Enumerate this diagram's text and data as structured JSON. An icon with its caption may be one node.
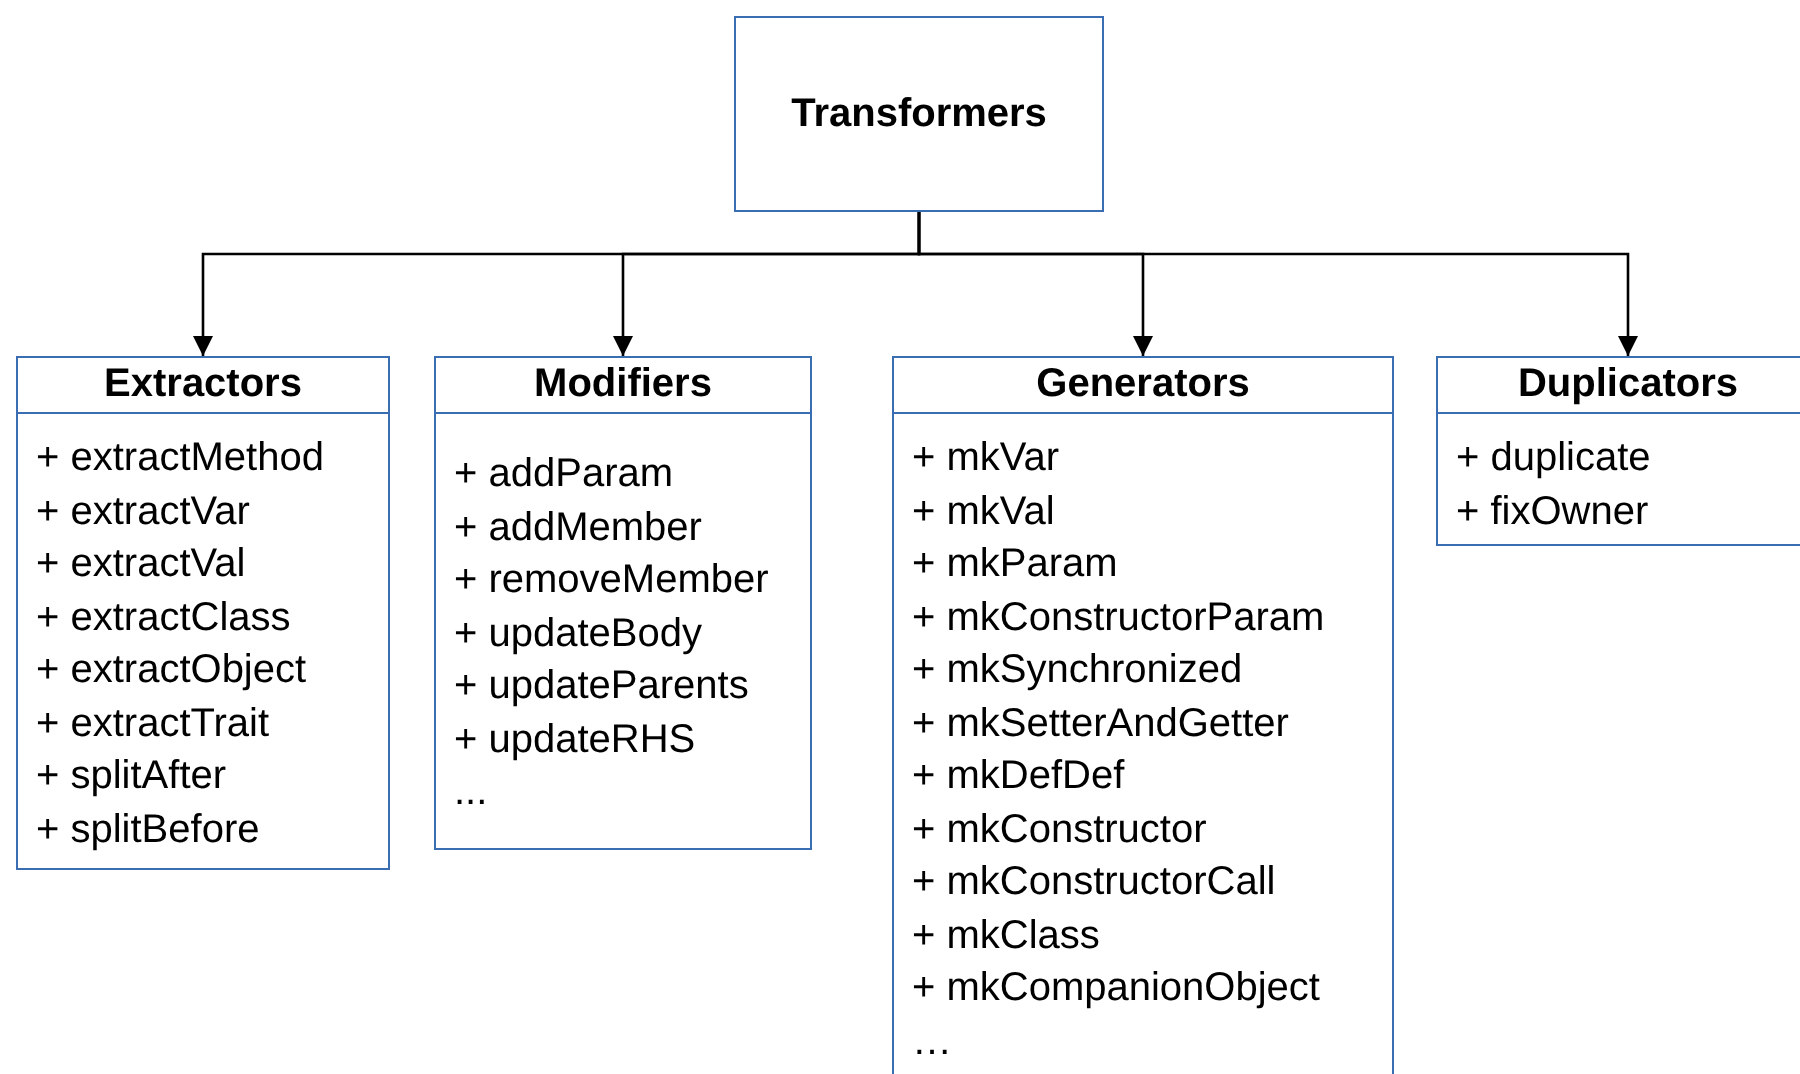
{
  "diagram": {
    "nodes": [
      {
        "text": [
          "Transformers"
        ]
      },
      {
        "text": [
          "Extractors",
          "+ extractMethod",
          "+ extractVar",
          "+ extractVal",
          "+ extractClass",
          "+ extractObject",
          "+ extractTrait",
          "+ splitAfter",
          "+ splitBefore"
        ]
      },
      {
        "text": [
          "Modifiers",
          "+ addParam",
          "+ addMember",
          "+ removeMember",
          "+ updateBody",
          "+ updateParents",
          "+ updateRHS",
          "..."
        ]
      },
      {
        "text": [
          "Generators",
          "+ mkVar",
          "+ mkVal",
          "+ mkParam",
          "+ mkConstructorParam",
          "+ mkSynchronized",
          "+ mkSetterAndGetter",
          "+ mkDefDef",
          "+ mkConstructor",
          "+ mkConstructorCall",
          "+ mkClass",
          "+ mkCompanionObject",
          "…"
        ]
      },
      {
        "text": [
          "Duplicators",
          "+ duplicate",
          "+ fixOwner"
        ]
      }
    ],
    "edges": [
      {
        "from": 0,
        "to": 1,
        "arrow": "to"
      },
      {
        "from": 0,
        "to": 2,
        "arrow": "to"
      },
      {
        "from": 0,
        "to": 3,
        "arrow": "to"
      },
      {
        "from": 0,
        "to": 4,
        "arrow": "to"
      }
    ]
  }
}
